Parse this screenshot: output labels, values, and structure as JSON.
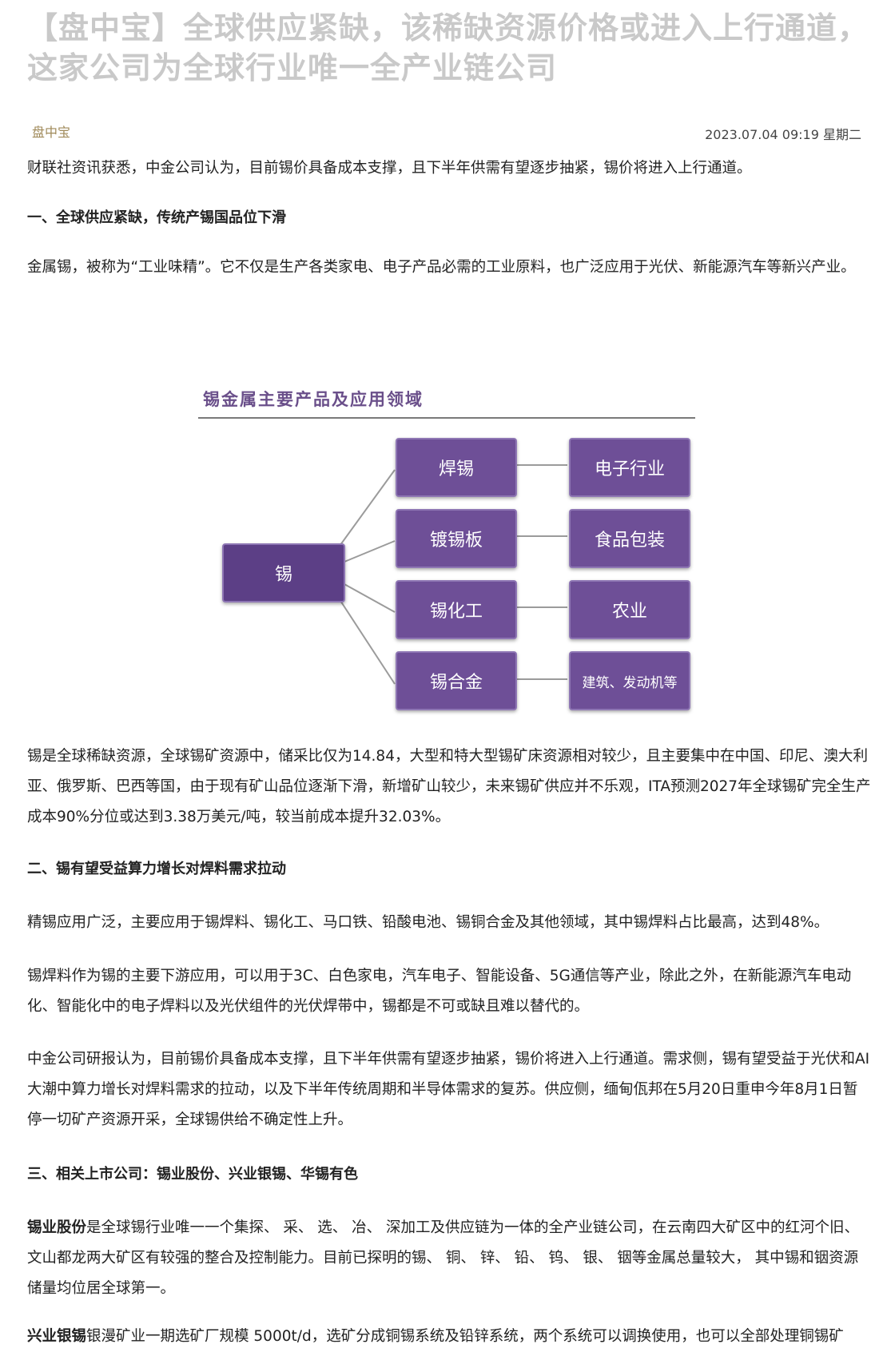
{
  "article": {
    "title": "【盘中宝】全球供应紧缺，该稀缺资源价格或进入上行通道，这家公司为全球行业唯一全产业链公司",
    "source": "盘中宝",
    "datetime": "2023.07.04 09:19 星期二",
    "intro": "财联社资讯获悉，中金公司认为，目前锡价具备成本支撑，且下半年供需有望逐步抽紧，锡价将进入上行通道。",
    "h1": "一、全球供应紧缺，传统产锡国品位下滑",
    "p1": "金属锡，被称为“工业味精”。它不仅是生产各类家电、电子产品必需的工业原料，也广泛应用于光伏、新能源汽车等新兴产业。",
    "p2": "锡是全球稀缺资源，全球锡矿资源中，储采比仅为14.84，大型和特大型锡矿床资源相对较少，且主要集中在中国、印尼、澳大利亚、俄罗斯、巴西等国，由于现有矿山品位逐渐下滑，新增矿山较少，未来锡矿供应并不乐观，ITA预测2027年全球锡矿完全生产成本90%分位或达到3.38万美元/吨，较当前成本提升32.03%。",
    "h2": "二、锡有望受益算力增长对焊料需求拉动",
    "p3": "精锡应用广泛，主要应用于锡焊料、锡化工、马口铁、铅酸电池、锡铜合金及其他领域，其中锡焊料占比最高，达到48%。",
    "p4": "锡焊料作为锡的主要下游应用，可以用于3C、白色家电，汽车电子、智能设备、5G通信等产业，除此之外，在新能源汽车电动化、智能化中的电子焊料以及光伏组件的光伏焊带中，锡都是不可或缺且难以替代的。",
    "p5": "中金公司研报认为，目前锡价具备成本支撑，且下半年供需有望逐步抽紧，锡价将进入上行通道。需求侧，锡有望受益于光伏和AI大潮中算力增长对焊料需求的拉动，以及下半年传统周期和半导体需求的复苏。供应侧，缅甸佤邦在5月20日重申今年8月1日暂停一切矿产资源开采，全球锡供给不确定性上升。",
    "h3": "三、相关上市公司：锡业股份、兴业银锡、华锡有色",
    "p6_lead": "锡业股份",
    "p6": "是全球锡行业唯一一个集探、 采、 选、 冶、 深加工及供应链为一体的全产业链公司，在云南四大矿区中的红河个旧、 文山都龙两大矿区有较强的整合及控制能力。目前已探明的锡、 铜、 锌、 铅、 钨、 银、 铟等金属总量较大， 其中锡和铟资源储量均位居全球第一。",
    "p7_lead": "兴业银锡",
    "p7": "银漫矿业一期选矿厂规模 5000t/d，选矿分成铜锡系统及铅锌系统，两个系统可以调换使用，也可以全部处理铜锡矿"
  },
  "figure": {
    "title": "锡金属主要产品及应用领域",
    "root": "锡",
    "products": [
      "焊锡",
      "镀锡板",
      "锡化工",
      "锡合金"
    ],
    "applications": [
      "电子行业",
      "食品包装",
      "农业",
      "建筑、发动机等"
    ],
    "colors": {
      "box": "#6e4f97",
      "title": "#6a4f8a"
    }
  }
}
